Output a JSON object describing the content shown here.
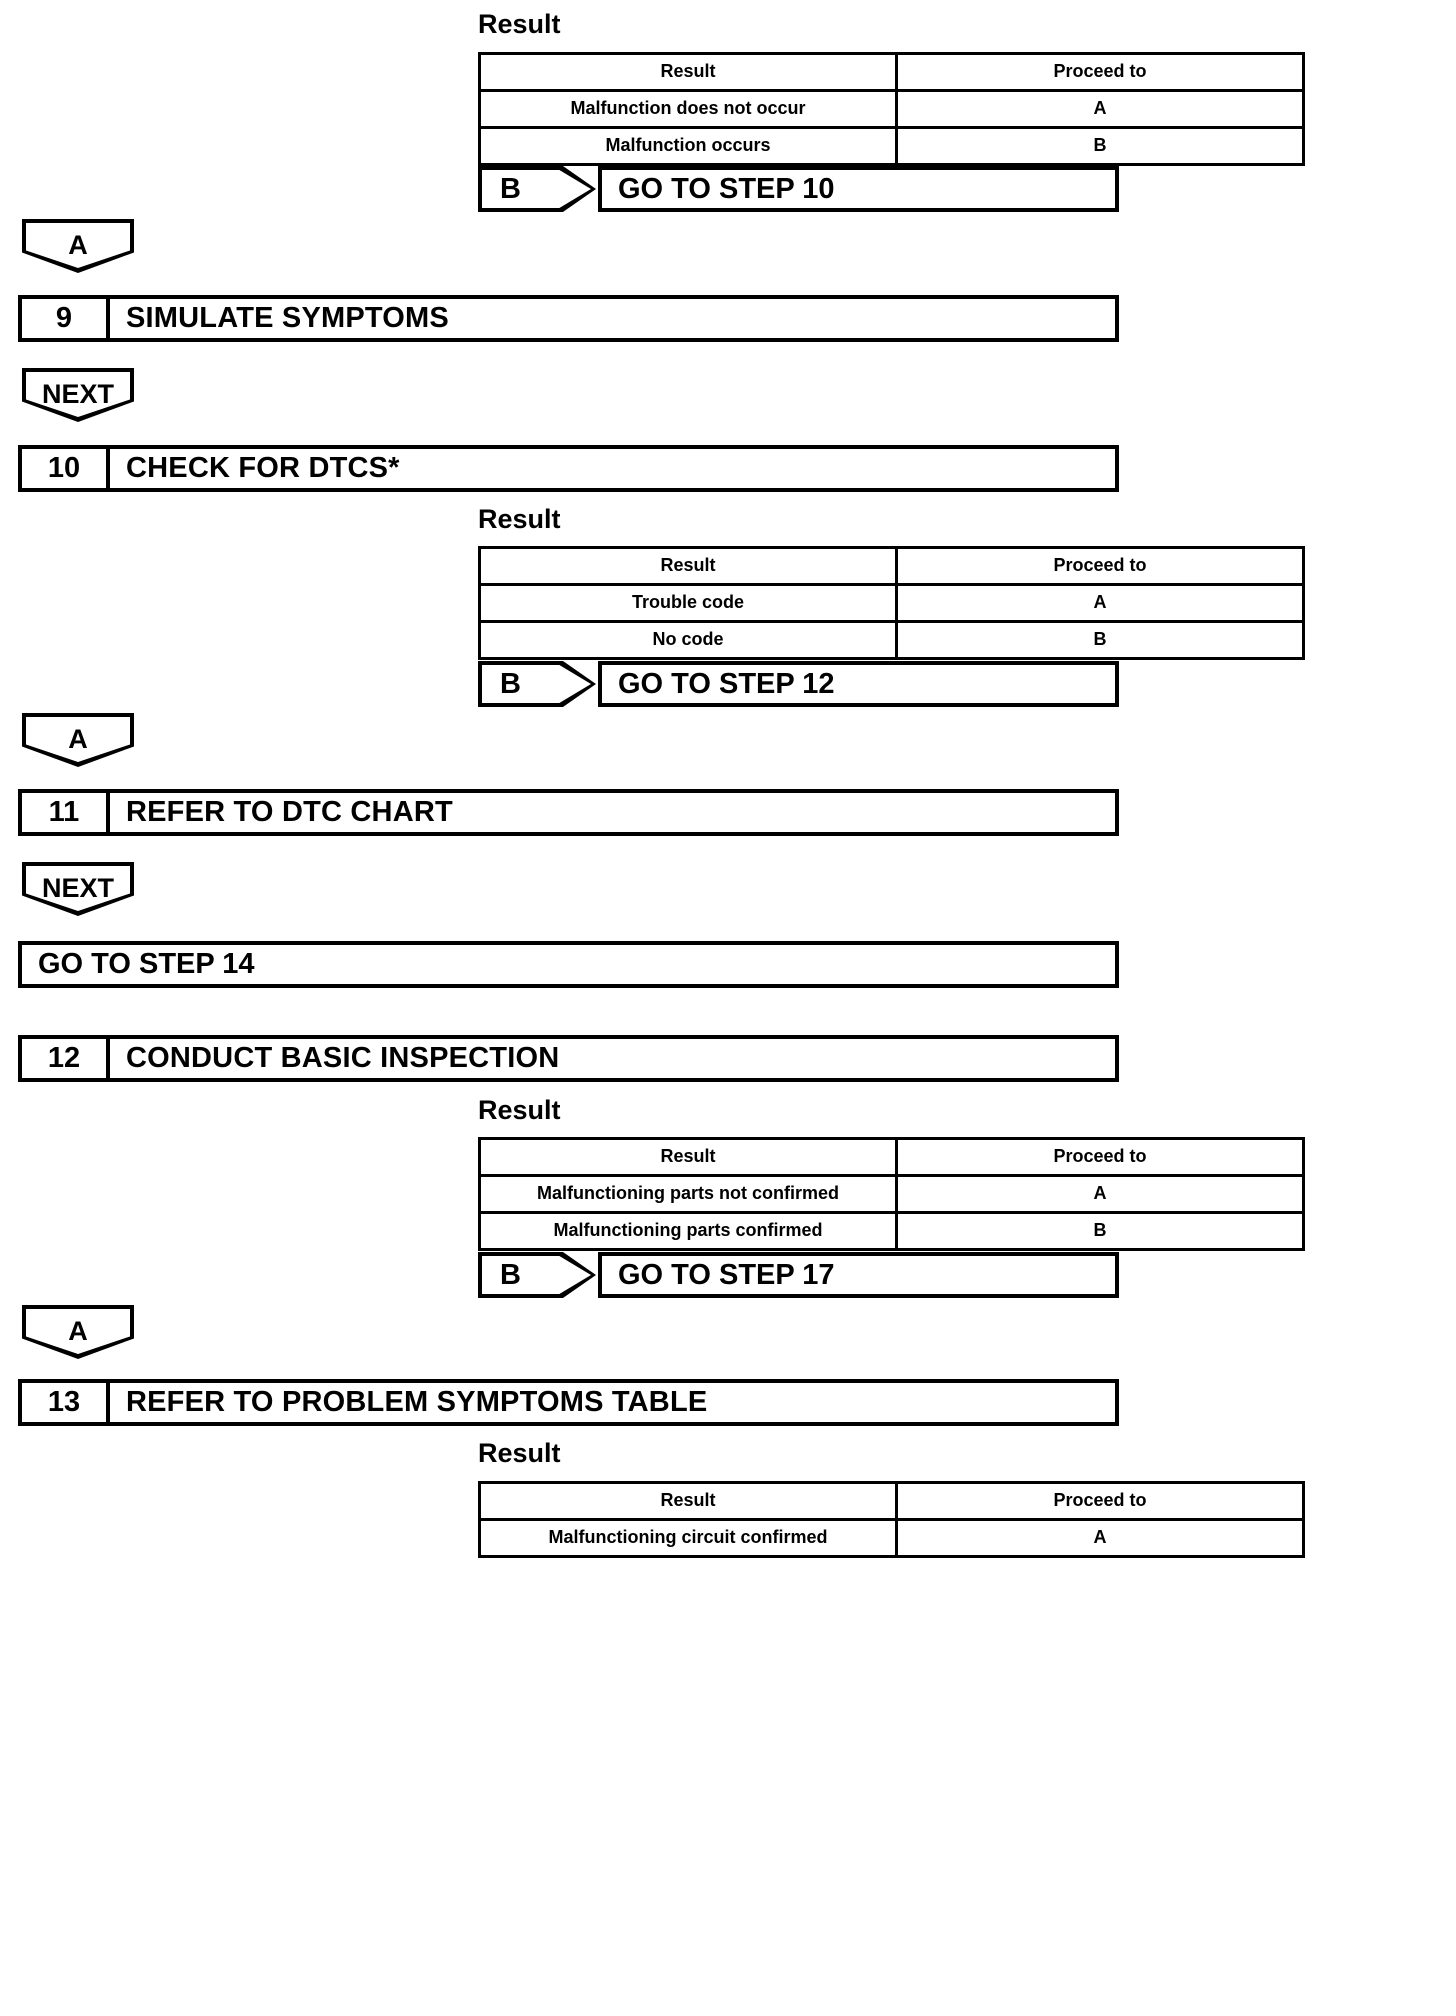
{
  "document": {
    "type": "diagnostic-flowchart",
    "result_label": "Result",
    "table_headers": {
      "result": "Result",
      "proceed": "Proceed to"
    }
  },
  "blocks": {
    "table1": {
      "label": "Result",
      "headers": [
        "Result",
        "Proceed to"
      ],
      "rows": [
        {
          "result": "Malfunction does not occur",
          "proceed": "A"
        },
        {
          "result": "Malfunction occurs",
          "proceed": "B"
        }
      ]
    },
    "branch1": {
      "tag": "B",
      "target": "GO TO STEP 10"
    },
    "connector_a1": {
      "label": "A"
    },
    "step9": {
      "number": "9",
      "title": "SIMULATE SYMPTOMS"
    },
    "connector_next1": {
      "label": "NEXT"
    },
    "step10": {
      "number": "10",
      "title": "CHECK FOR DTCS*"
    },
    "table2": {
      "label": "Result",
      "headers": [
        "Result",
        "Proceed to"
      ],
      "rows": [
        {
          "result": "Trouble code",
          "proceed": "A"
        },
        {
          "result": "No code",
          "proceed": "B"
        }
      ]
    },
    "branch2": {
      "tag": "B",
      "target": "GO TO STEP 12"
    },
    "connector_a2": {
      "label": "A"
    },
    "step11": {
      "number": "11",
      "title": "REFER TO DTC CHART"
    },
    "connector_next2": {
      "label": "NEXT"
    },
    "goto14": {
      "target": "GO TO STEP 14"
    },
    "step12": {
      "number": "12",
      "title": "CONDUCT BASIC INSPECTION"
    },
    "table3": {
      "label": "Result",
      "headers": [
        "Result",
        "Proceed to"
      ],
      "rows": [
        {
          "result": "Malfunctioning parts not confirmed",
          "proceed": "A"
        },
        {
          "result": "Malfunctioning parts confirmed",
          "proceed": "B"
        }
      ]
    },
    "branch3": {
      "tag": "B",
      "target": "GO TO STEP 17"
    },
    "connector_a3": {
      "label": "A"
    },
    "step13": {
      "number": "13",
      "title": "REFER TO PROBLEM SYMPTOMS TABLE"
    },
    "table4": {
      "label": "Result",
      "headers": [
        "Result",
        "Proceed to"
      ],
      "rows": [
        {
          "result": "Malfunctioning circuit confirmed",
          "proceed": "A"
        }
      ]
    }
  }
}
